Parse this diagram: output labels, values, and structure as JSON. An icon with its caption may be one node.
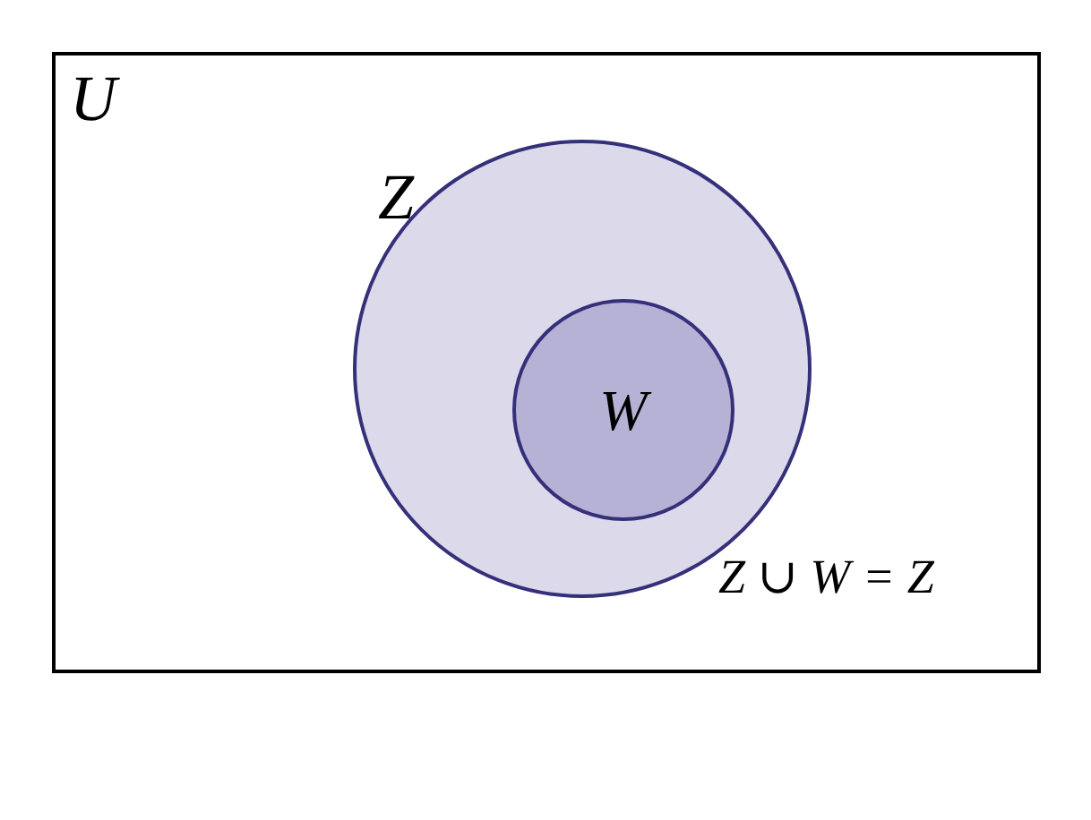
{
  "diagram": {
    "nodes": [
      {
        "text": [
          "U"
        ]
      },
      {
        "text": [
          "Z"
        ],
        "in": 0
      },
      {
        "text": [
          "W"
        ],
        "in": 1
      }
    ],
    "labels": [
      "Z ∪ W = Z"
    ]
  }
}
